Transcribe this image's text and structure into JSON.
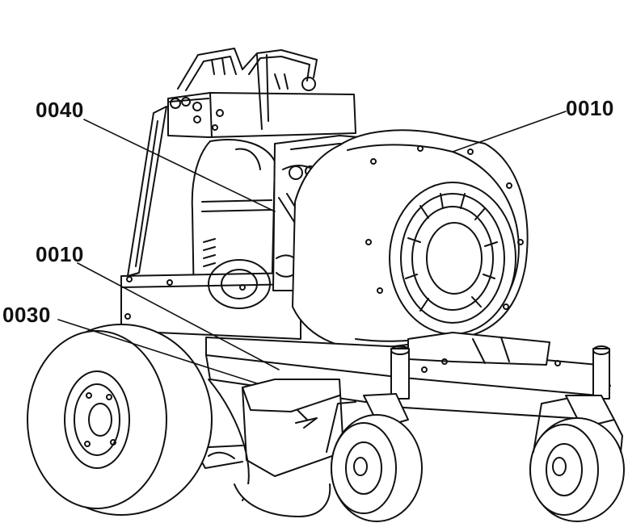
{
  "callouts": [
    {
      "id": "c1",
      "label": "0040"
    },
    {
      "id": "c2",
      "label": "0010"
    },
    {
      "id": "c3",
      "label": "0010"
    },
    {
      "id": "c4",
      "label": "0030"
    }
  ],
  "colors": {
    "line": "#111111",
    "background": "#ffffff"
  }
}
